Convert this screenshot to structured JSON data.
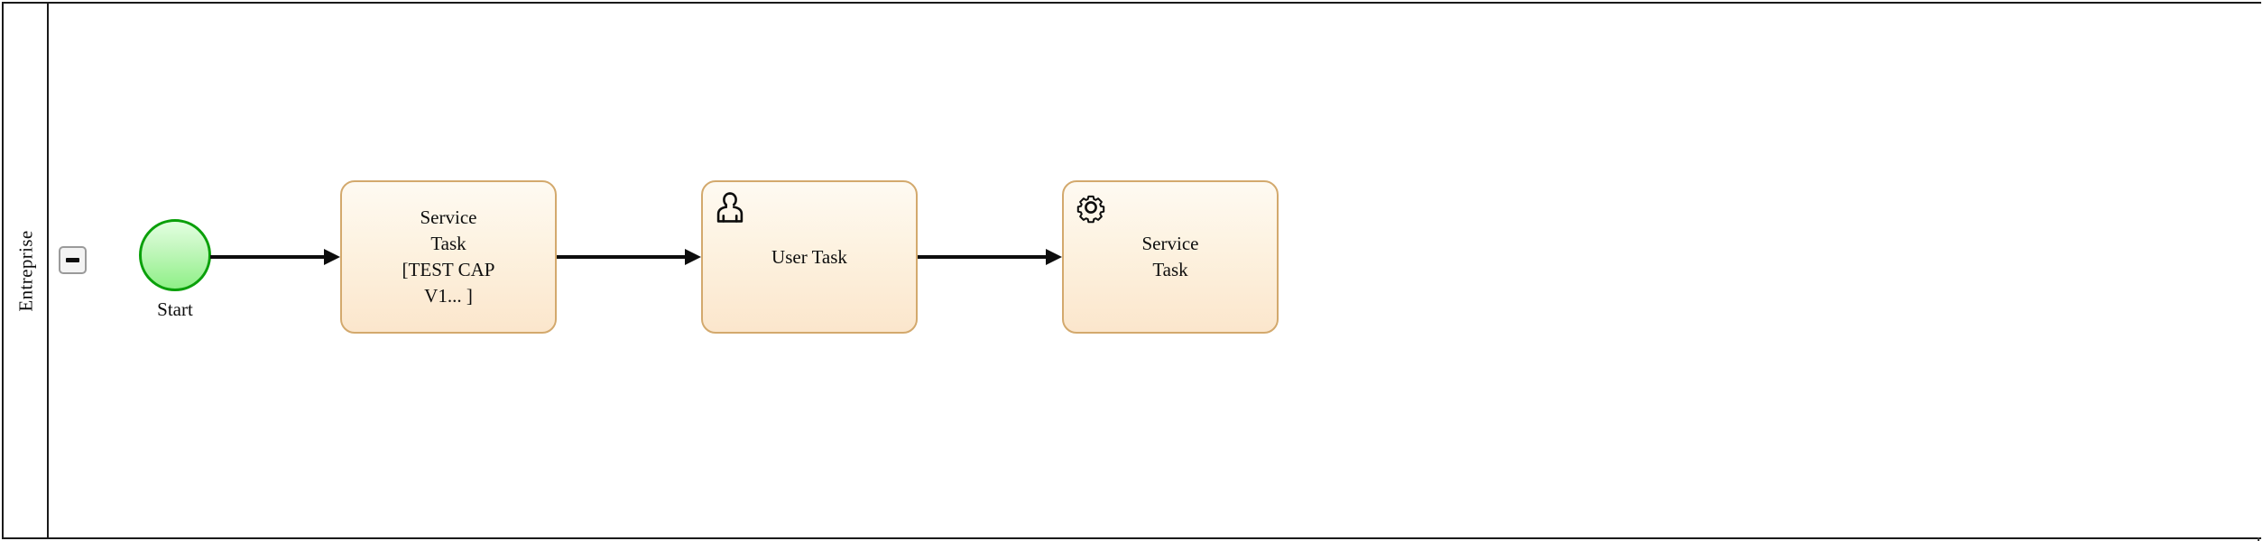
{
  "diagram": {
    "type": "bpmn-process",
    "pool": {
      "lane_label": "Entreprise",
      "collapse_button": {
        "name": "collapse-lane-button",
        "glyph": "minus",
        "state": "expanded"
      }
    },
    "nodes": [
      {
        "id": "start-event",
        "kind": "start-event",
        "label": "Start",
        "shape": "circle",
        "fill": "#c5f7c0",
        "stroke": "#0aa00a"
      },
      {
        "id": "task-1",
        "kind": "service-task",
        "label": "Service\nTask\n[TEST CAP\nV1... ]",
        "icon": "none",
        "fill": "#fdf2e0",
        "stroke": "#d3a96d"
      },
      {
        "id": "task-2",
        "kind": "user-task",
        "label": "User Task",
        "icon": "user-icon",
        "fill": "#fdf2e0",
        "stroke": "#d3a96d"
      },
      {
        "id": "task-3",
        "kind": "service-task",
        "label": "Service\nTask",
        "icon": "gear-icon",
        "fill": "#fdf2e0",
        "stroke": "#d3a96d"
      }
    ],
    "flows": [
      {
        "id": "flow-1",
        "from": "start-event",
        "to": "task-1",
        "label": ""
      },
      {
        "id": "flow-2",
        "from": "task-1",
        "to": "task-2",
        "label": ""
      },
      {
        "id": "flow-3",
        "from": "task-2",
        "to": "task-3",
        "label": ""
      }
    ],
    "colors": {
      "canvas": "#ffffff",
      "frame": "#1a1a1a",
      "task_fill": "#fdf2e0",
      "task_stroke": "#d3a96d",
      "start_fill": "#c5f7c0",
      "start_stroke": "#0aa00a",
      "flow": "#0d0d0d"
    }
  }
}
